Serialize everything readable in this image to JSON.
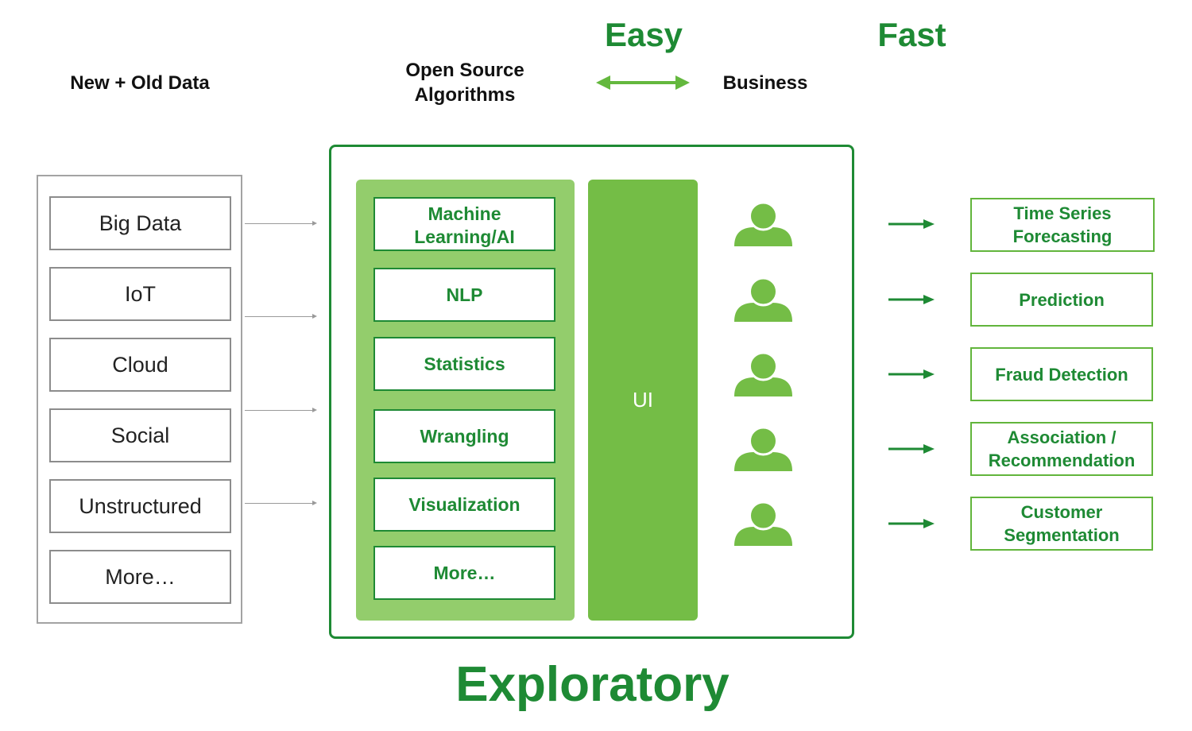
{
  "header": {
    "data_label": "New + Old Data",
    "algorithms_label": "Open Source\nAlgorithms",
    "easy_label": "Easy",
    "fast_label": "Fast",
    "business_label": "Business"
  },
  "sources": {
    "items": [
      "Big Data",
      "IoT",
      "Cloud",
      "Social",
      "Unstructured",
      "More…"
    ]
  },
  "algorithms": {
    "items": [
      "Machine\nLearning/AI",
      "NLP",
      "Statistics",
      "Wrangling",
      "Visualization",
      "More…"
    ]
  },
  "ui_label": "UI",
  "people": {
    "count": 5,
    "icon": "user-icon"
  },
  "outcomes": {
    "items": [
      "Time Series\nForecasting",
      "Prediction",
      "Fraud Detection",
      "Association /\nRecommendation",
      "Customer\nSegmentation"
    ]
  },
  "footer": {
    "title": "Exploratory"
  },
  "colors": {
    "dark_green": "#1e8a34",
    "mid_green": "#74bd46",
    "light_green": "#93cd6c",
    "arrow_green": "#64b83e",
    "gray": "#8c8c8c"
  }
}
